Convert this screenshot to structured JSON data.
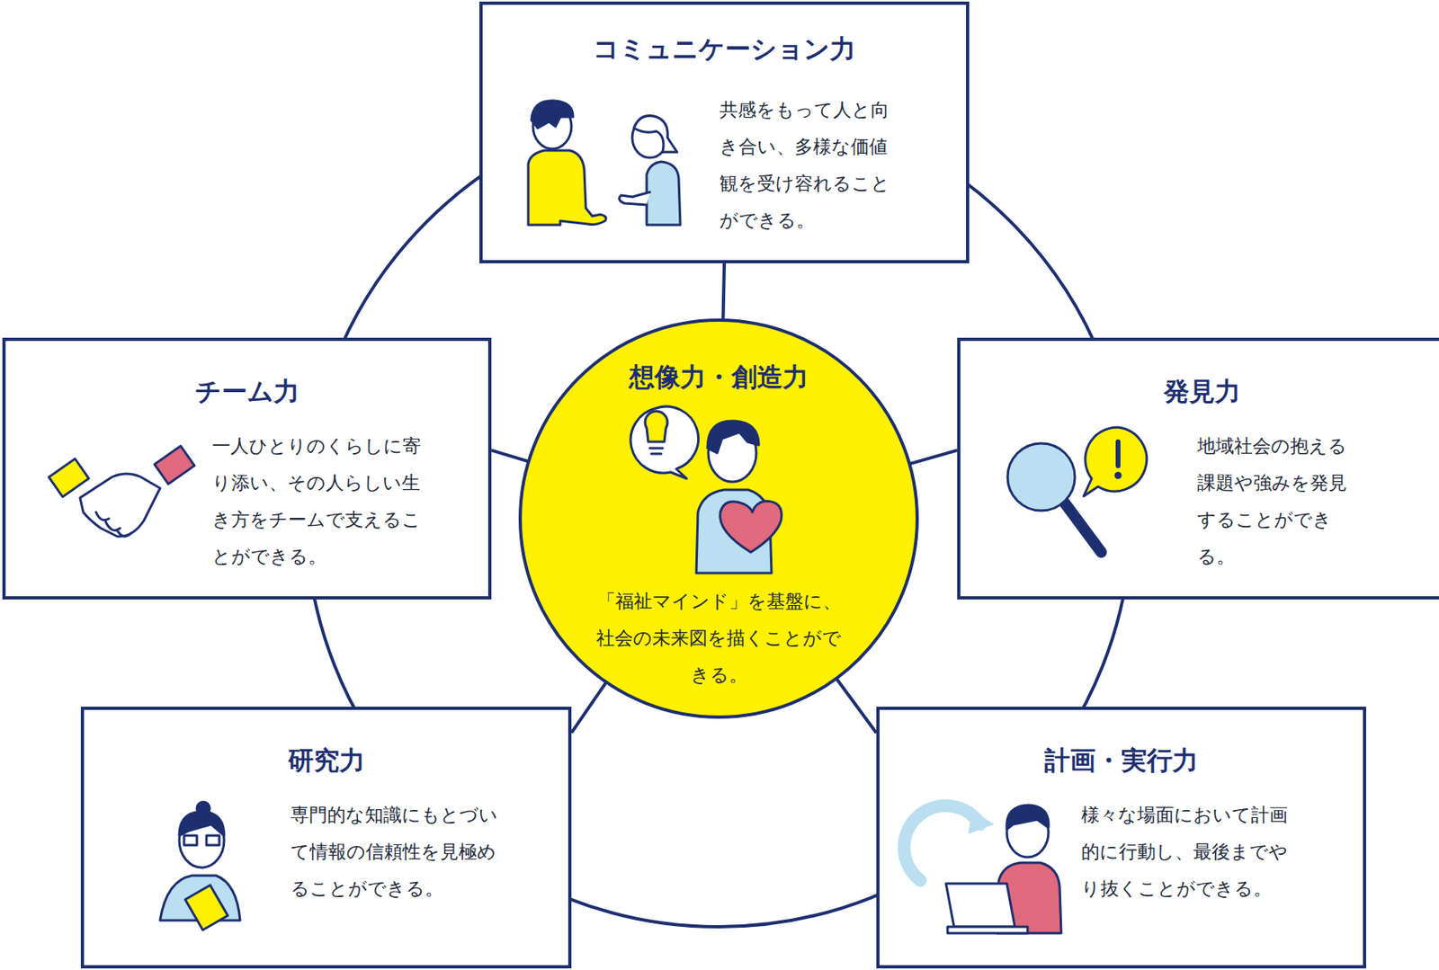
{
  "diagram": {
    "nodes": [
      {
        "text": [
          "コミュニケーション力",
          "共感をもって人と向き合い、多様な価値観を受け容れることができる。"
        ]
      },
      {
        "text": [
          "チーム力",
          "一人ひとりのくらしに寄り添い、その人らしい生き方をチームで支えることができる。"
        ]
      },
      {
        "text": [
          "想像力・創造力",
          "「福祉マインド」を基盤に、社会の未来図を描くことができる。"
        ]
      },
      {
        "text": [
          "発見力",
          "地域社会の抱える課題や強みを発見することができる。"
        ]
      },
      {
        "text": [
          "研究力",
          "専門的な知識にもとづいて情報の信頼性を見極めることができる。"
        ]
      },
      {
        "text": [
          "計画・実行力",
          "様々な場面において計画的に行動し、最後までやり抜くことができる。"
        ]
      }
    ],
    "edges": [
      {
        "from": 2,
        "to": 0,
        "arrow": "none"
      },
      {
        "from": 2,
        "to": 1,
        "arrow": "none"
      },
      {
        "from": 2,
        "to": 3,
        "arrow": "none"
      },
      {
        "from": 2,
        "to": 4,
        "arrow": "none"
      },
      {
        "from": 2,
        "to": 5,
        "arrow": "none"
      }
    ]
  }
}
